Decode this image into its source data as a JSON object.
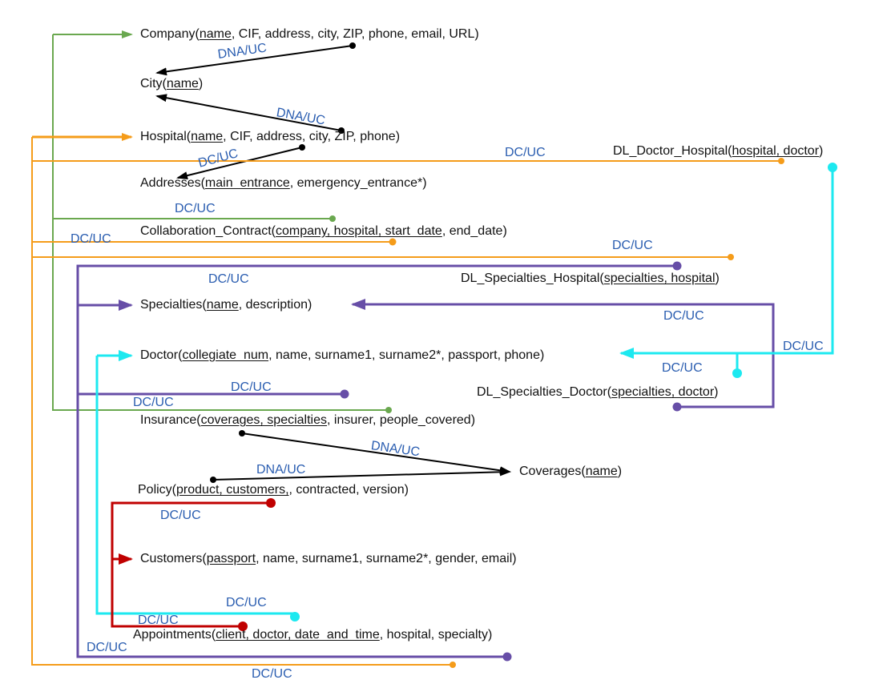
{
  "diagram": {
    "colors": {
      "green": "#6aa84f",
      "orange": "#f59c1a",
      "purple": "#674ea7",
      "cyan": "#1de9f0",
      "red": "#c00000",
      "black": "#000000",
      "label": "#2a5db0"
    },
    "relations": [
      {
        "id": "company",
        "name": "Company",
        "attrs": [
          {
            "t": "name",
            "pk": true
          },
          {
            "t": "CIF"
          },
          {
            "t": "address"
          },
          {
            "t": "city"
          },
          {
            "t": "ZIP"
          },
          {
            "t": "phone"
          },
          {
            "t": "email"
          },
          {
            "t": "URL"
          }
        ]
      },
      {
        "id": "city",
        "name": "City",
        "attrs": [
          {
            "t": "name",
            "pk": true
          }
        ]
      },
      {
        "id": "hospital",
        "name": "Hospital",
        "attrs": [
          {
            "t": "name",
            "pk": true
          },
          {
            "t": "CIF"
          },
          {
            "t": "address"
          },
          {
            "t": "city"
          },
          {
            "t": "ZIP"
          },
          {
            "t": "phone"
          }
        ]
      },
      {
        "id": "dl-doctor-hospital",
        "name": "DL_Doctor_Hospital",
        "attrs": [
          {
            "t": "hospital",
            "pk": true
          },
          {
            "t": "doctor",
            "pk": true
          }
        ]
      },
      {
        "id": "addresses",
        "name": "Addresses",
        "attrs": [
          {
            "t": "main_entrance",
            "pk": true
          },
          {
            "t": "emergency_entrance*"
          }
        ]
      },
      {
        "id": "collaboration-contract",
        "name": "Collaboration_Contract",
        "attrs": [
          {
            "t": "company",
            "pk": true
          },
          {
            "t": "hospital",
            "pk": true
          },
          {
            "t": "start_date",
            "pk": true
          },
          {
            "t": "end_date"
          }
        ]
      },
      {
        "id": "dl-specialties-hospital",
        "name": "DL_Specialties_Hospital",
        "attrs": [
          {
            "t": "specialties",
            "pk": true
          },
          {
            "t": "hospital",
            "pk": true
          }
        ]
      },
      {
        "id": "specialties",
        "name": "Specialties",
        "attrs": [
          {
            "t": "name",
            "pk": true
          },
          {
            "t": "description"
          }
        ]
      },
      {
        "id": "doctor",
        "name": "Doctor",
        "attrs": [
          {
            "t": "collegiate_num",
            "pk": true
          },
          {
            "t": "name"
          },
          {
            "t": "surname1"
          },
          {
            "t": "surname2*"
          },
          {
            "t": "passport"
          },
          {
            "t": "phone"
          }
        ]
      },
      {
        "id": "dl-specialties-doctor",
        "name": "DL_Specialties_Doctor",
        "attrs": [
          {
            "t": "specialties",
            "pk": true
          },
          {
            "t": "doctor",
            "pk": true
          }
        ]
      },
      {
        "id": "insurance",
        "name": "Insurance",
        "attrs": [
          {
            "t": "coverages",
            "pk": true
          },
          {
            "t": "specialties",
            "pk": true
          },
          {
            "t": "insurer"
          },
          {
            "t": "people_covered"
          }
        ]
      },
      {
        "id": "coverages",
        "name": "Coverages",
        "attrs": [
          {
            "t": "name",
            "pk": true
          }
        ]
      },
      {
        "id": "policy",
        "name": "Policy",
        "attrs": [
          {
            "t": "product",
            "pk": true
          },
          {
            "t": "customers,",
            "pk": true
          },
          {
            "t": "contracted"
          },
          {
            "t": "version"
          }
        ]
      },
      {
        "id": "customers",
        "name": "Customers",
        "attrs": [
          {
            "t": "passport",
            "pk": true
          },
          {
            "t": "name"
          },
          {
            "t": "surname1"
          },
          {
            "t": "surname2*"
          },
          {
            "t": "gender"
          },
          {
            "t": "email"
          }
        ]
      },
      {
        "id": "appointments",
        "name": "Appointments",
        "attrs": [
          {
            "t": "client",
            "pk": true
          },
          {
            "t": "doctor",
            "pk": true
          },
          {
            "t": "date_and_time",
            "pk": true
          },
          {
            "t": "hospital"
          },
          {
            "t": "specialty"
          }
        ]
      }
    ],
    "connectors": [
      {
        "id": "company-city",
        "from": "company",
        "to": "city",
        "color": "black",
        "label": "DNA/UC"
      },
      {
        "id": "hospital-city",
        "from": "hospital",
        "to": "city",
        "color": "black",
        "label": "DNA/UC"
      },
      {
        "id": "hospital-addresses",
        "from": "hospital",
        "to": "addresses",
        "color": "black",
        "label": "DC/UC"
      },
      {
        "id": "dldh-hospital",
        "from": "dl-doctor-hospital",
        "to": "hospital",
        "color": "orange",
        "label": "DC/UC"
      },
      {
        "id": "collab-company",
        "from": "collaboration-contract",
        "to": "company",
        "color": "green",
        "label": "DC/UC"
      },
      {
        "id": "collab-hospital",
        "from": "collaboration-contract",
        "to": "hospital",
        "color": "orange",
        "label": "DC/UC"
      },
      {
        "id": "dlsh-hospital",
        "from": "dl-specialties-hospital",
        "to": "hospital",
        "color": "orange",
        "label": "DC/UC"
      },
      {
        "id": "dlsh-specialties",
        "from": "dl-specialties-hospital",
        "to": "specialties",
        "color": "purple",
        "label": "DC/UC"
      },
      {
        "id": "dlsd-specialties",
        "from": "dl-specialties-doctor",
        "to": "specialties",
        "color": "purple",
        "label": "DC/UC"
      },
      {
        "id": "dldh-doctor",
        "from": "dl-doctor-hospital",
        "to": "doctor",
        "color": "cyan",
        "label": "DC/UC"
      },
      {
        "id": "dlsd-doctor",
        "from": "dl-specialties-doctor",
        "to": "doctor",
        "color": "cyan",
        "label": "DC/UC"
      },
      {
        "id": "insurance-specialties",
        "from": "insurance",
        "to": "specialties",
        "color": "purple",
        "label": "DC/UC"
      },
      {
        "id": "insurance-company",
        "from": "insurance",
        "to": "company",
        "color": "green",
        "label": "DC/UC"
      },
      {
        "id": "insurance-coverages",
        "from": "insurance",
        "to": "coverages",
        "color": "black",
        "label": "DNA/UC"
      },
      {
        "id": "policy-coverages",
        "from": "policy",
        "to": "coverages",
        "color": "black",
        "label": "DNA/UC"
      },
      {
        "id": "policy-customers",
        "from": "policy",
        "to": "customers",
        "color": "red",
        "label": "DC/UC"
      },
      {
        "id": "appointments-doctor",
        "from": "appointments",
        "to": "doctor",
        "color": "cyan",
        "label": "DC/UC"
      },
      {
        "id": "appointments-customers",
        "from": "appointments",
        "to": "customers",
        "color": "red",
        "label": "DC/UC"
      },
      {
        "id": "appointments-specialties",
        "from": "appointments",
        "to": "specialties",
        "color": "purple",
        "label": "DC/UC"
      },
      {
        "id": "appointments-hospital",
        "from": "appointments",
        "to": "hospital",
        "color": "orange",
        "label": "DC/UC"
      }
    ]
  }
}
